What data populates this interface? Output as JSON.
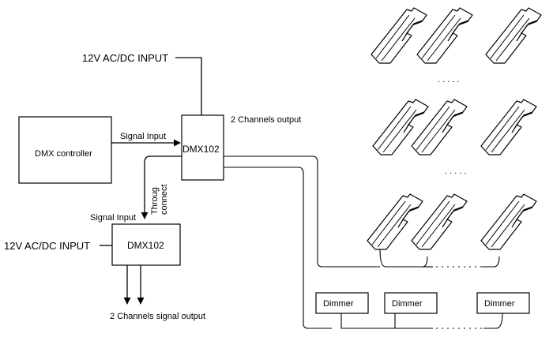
{
  "labels": {
    "power_input_top": "12V AC/DC INPUT",
    "power_input_bottom": "12V AC/DC INPUT",
    "dmx_controller": "DMX controller",
    "signal_input_top": "Signal Input",
    "signal_input_bottom": "Signal Input",
    "dmx_device_top": "DMX102",
    "dmx_device_bottom": "DMX102",
    "channels_output": "2 Channels output",
    "through_connect_line1": "Throug",
    "through_connect_line2": "connect",
    "channels_signal_output": "2 Channels signal output",
    "dimmer_1": "Dimmer",
    "dimmer_2": "Dimmer",
    "dimmer_3": "Dimmer",
    "ellipsis": ". . . . ."
  },
  "icons": {
    "fixture": "led-bar-fixture-icon"
  }
}
